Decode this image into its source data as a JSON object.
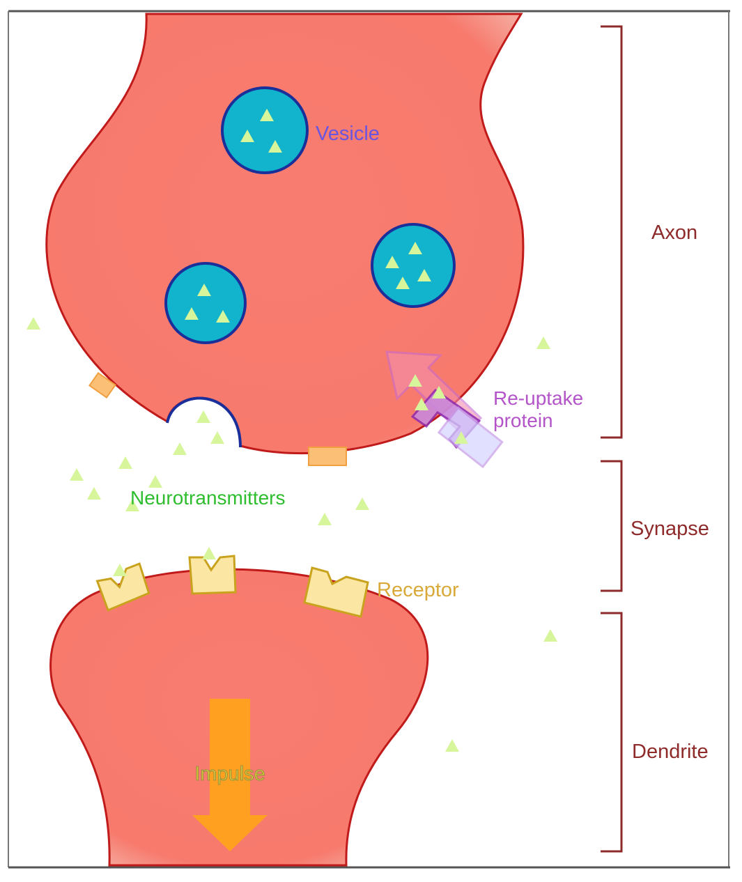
{
  "labels": {
    "vesicle": "Vesicle",
    "reuptake_line1": "Re-uptake",
    "reuptake_line2": "protein",
    "neurotransmitters": "Neurotransmitters",
    "receptor": "Receptor",
    "impulse": "Impulse"
  },
  "regions": {
    "axon": "Axon",
    "synapse": "Synapse",
    "dendrite": "Dendrite"
  },
  "colors": {
    "membrane_fill": "#f87c70",
    "membrane_stroke": "#c01a1a",
    "vesicle_fill": "#11b4cc",
    "vesicle_stroke": "#1a2f9a",
    "neurotransmitter": "#d7f59a",
    "receptor_fill": "#fbe7a3",
    "receptor_stroke": "#c9a21e",
    "reuptake": "#b85ad2",
    "impulse_arrow": "#ffa020",
    "bracket": "#8e2a2a",
    "vesicle_label": "#6a55e0",
    "neurotransmitter_label": "#2ebd2e",
    "receptor_label": "#d9a93a",
    "reuptake_label": "#b354c8",
    "region_label": "#8e2a2a"
  }
}
